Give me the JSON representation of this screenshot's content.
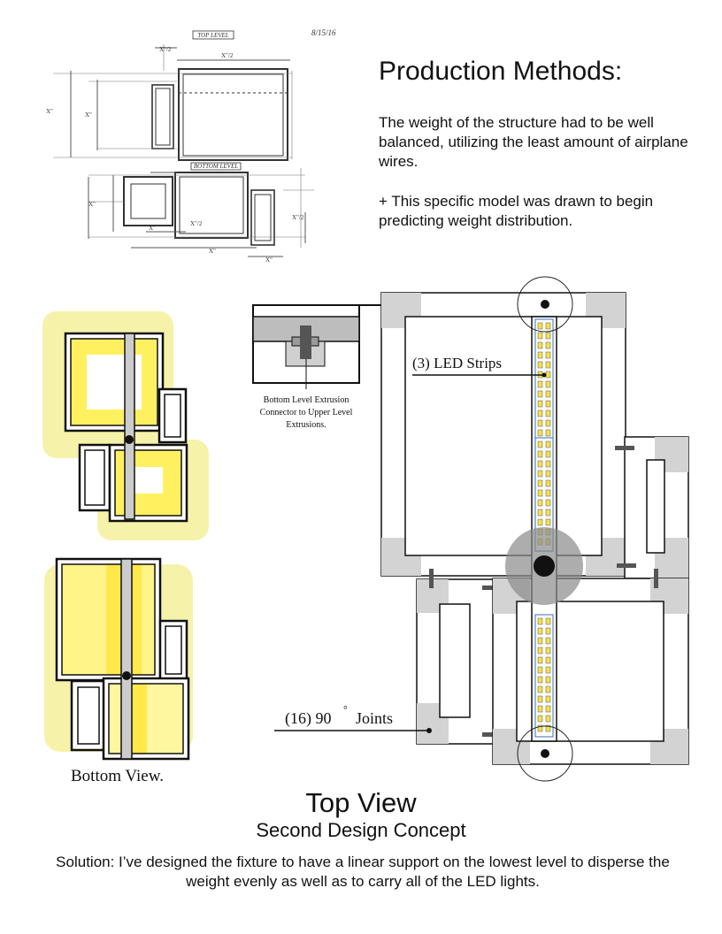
{
  "heading": "Production Methods:",
  "paragraphs": [
    "The weight of the structure had to be well balanced, utilizing the least amount of airplane wires.",
    "+ This specific model was drawn to begin predicting weight distribution."
  ],
  "sketch": {
    "top_label": "TOP LEVEL",
    "bottom_label": "BOTTOM LEVEL",
    "date": "8/15/16",
    "dims": [
      "X\"",
      "X\"",
      "X\"/2",
      "X\"/2",
      "X\"",
      "X\"/2",
      "X\"/2",
      "X\"",
      "X\"",
      "X\""
    ]
  },
  "connector_caption": [
    "Bottom Level Extrusion",
    "Connector to Upper Level",
    "Extrusions."
  ],
  "led_label": "(3) LED Strips",
  "joints_label": "(16) 90",
  "joints_degree": "°",
  "joints_suffix": "Joints",
  "bottom_view_caption": "Bottom View.",
  "title": "Top View",
  "subtitle": "Second Design Concept",
  "solution": "Solution: I’ve designed the fixture to have a linear support on the lowest level to disperse the weight evenly as well as to carry all of the LED lights.",
  "colors": {
    "glow": "#f6f2a9",
    "yellow": "#fff060",
    "joint_gray": "#d3d3d3",
    "bar_gray": "#cccccc",
    "led_blue": "#5f86c8",
    "hub_gray": "#8a8a8a"
  }
}
